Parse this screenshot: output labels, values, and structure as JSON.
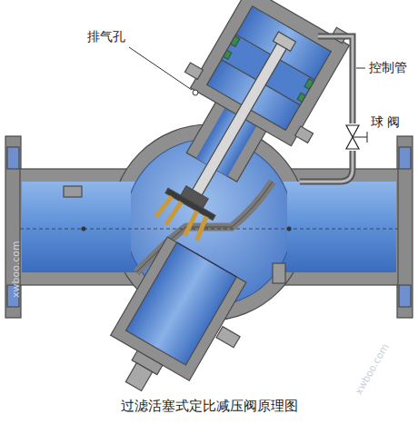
{
  "diagram": {
    "caption": "过滤活塞式定比减压阀原理图",
    "labels": [
      "排气孔",
      "控制管",
      "球 阀",
      "xwboo.com",
      "xwboo.com"
    ]
  }
}
